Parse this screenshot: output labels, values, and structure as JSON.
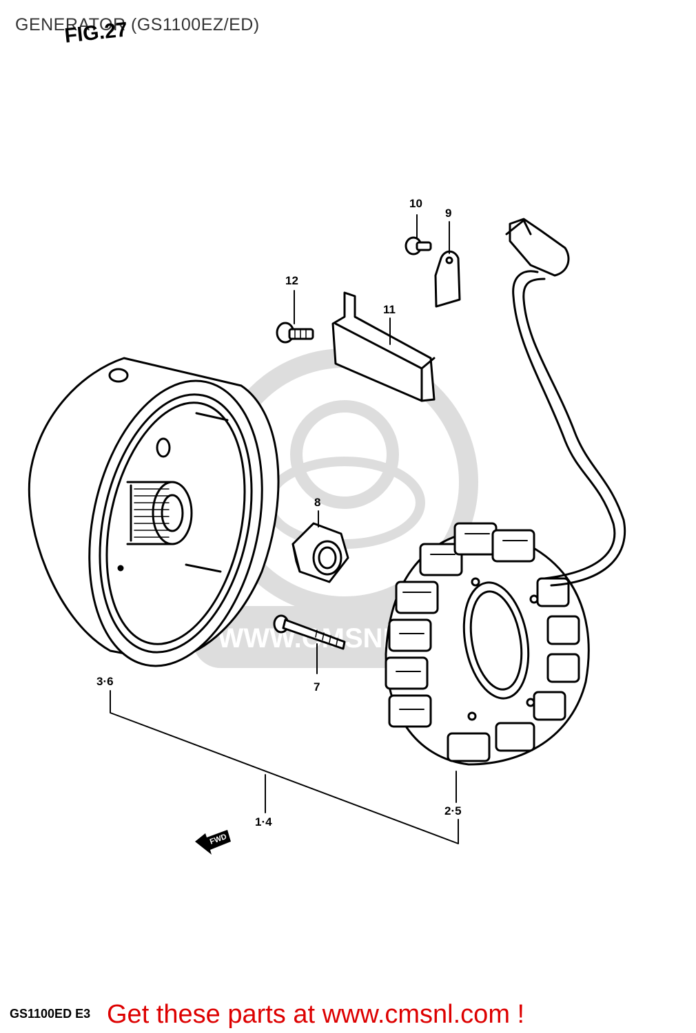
{
  "header": {
    "title": "GENERATOR (GS1100EZ/ED)",
    "fig_label": "FIG.27"
  },
  "callouts": {
    "p10": "10",
    "p9": "9",
    "p12": "12",
    "p11": "11",
    "p8": "8",
    "p7": "7",
    "p36": "3·6",
    "p14": "1·4",
    "p25": "2·5"
  },
  "fwd_label": "FWD",
  "footer": {
    "model_code": "GS1100ED E3",
    "promo": "Get these parts at www.cmsnl.com !"
  },
  "watermark": {
    "text": "WWW.CMSNL.COM"
  }
}
